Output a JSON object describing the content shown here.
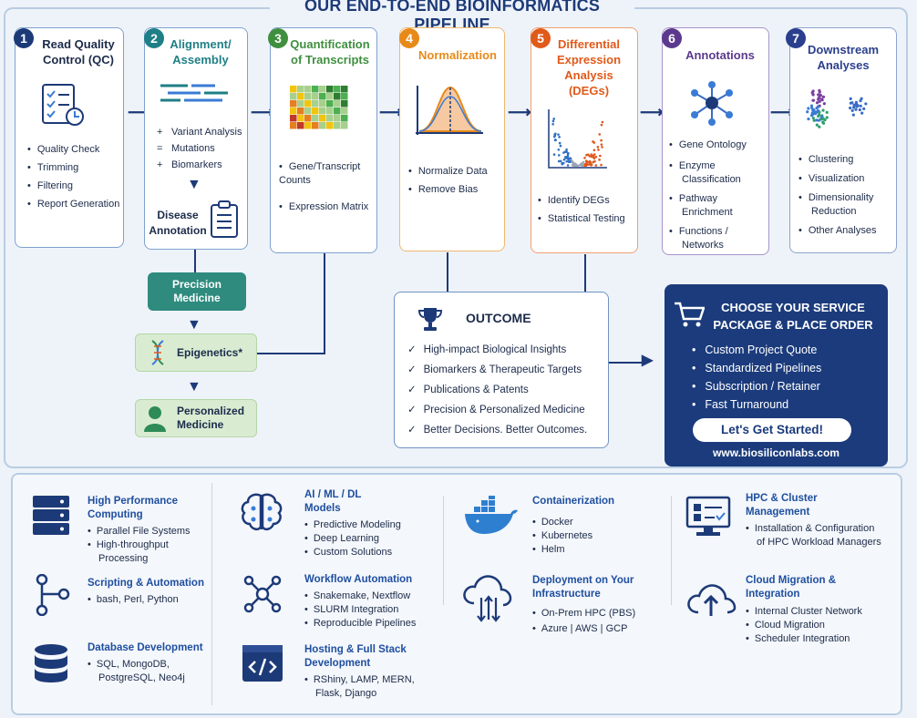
{
  "title": "OUR END-TO-END BIOINFORMATICS PIPELINE",
  "steps": [
    {
      "num": "1",
      "title": "Read Quality Control (QC)",
      "color": "#1d3a78",
      "items": [
        "Quality Check",
        "Trimming",
        "Filtering",
        "Report Generation"
      ]
    },
    {
      "num": "2",
      "title": "Alignment/ Assembly",
      "color": "#1f7f86",
      "items": [
        "Variant Analysis",
        "Mutations",
        "Biomarkers"
      ],
      "prefixes": [
        "+",
        "=",
        "+"
      ],
      "sub": "Disease Annotation"
    },
    {
      "num": "3",
      "title": "Quantification of Transcripts",
      "color": "#3f8f3f",
      "items": [
        "Gene/Transcript Counts",
        "Expression Matrix"
      ]
    },
    {
      "num": "4",
      "title": "Normalization",
      "color": "#e88a1a",
      "items": [
        "Normalize Data",
        "Remove Bias"
      ]
    },
    {
      "num": "5",
      "title": "Differential Expression Analysis (DEGs)",
      "color": "#e05a1a",
      "items": [
        "Identify DEGs",
        "Statistical Testing"
      ]
    },
    {
      "num": "6",
      "title": "Annotations",
      "color": "#5b3a8e",
      "items": [
        "Gene Ontology",
        "Enzyme Classification",
        "Pathway Enrichment",
        "Functions / Networks"
      ]
    },
    {
      "num": "7",
      "title": "Downstream Analyses",
      "color": "#2b3f8e",
      "items": [
        "Clustering",
        "Visualization",
        "Dimensionality Reduction",
        "Other Analyses"
      ]
    }
  ],
  "branch": {
    "precision": "Precision Medicine",
    "epigenetics": "Epigenetics*",
    "personalized": "Personalized Medicine"
  },
  "outcome": {
    "title": "OUTCOME",
    "items": [
      "High-impact Biological Insights",
      "Biomarkers & Therapeutic Targets",
      "Publications & Patents",
      "Precision & Personalized Medicine",
      "Better Decisions. Better Outcomes."
    ]
  },
  "order": {
    "title": "CHOOSE YOUR SERVICE PACKAGE & PLACE ORDER",
    "items": [
      "Custom Project Quote",
      "Standardized Pipelines",
      "Subscription / Retainer",
      "Fast Turnaround"
    ],
    "cta": "Let's Get Started!",
    "website": "www.biosiliconlabs.com"
  },
  "services": [
    {
      "title": "High Performance Computing",
      "items": [
        "Parallel File Systems",
        "High-throughput Processing"
      ]
    },
    {
      "title": "Scripting & Automation",
      "items": [
        "bash, Perl, Python"
      ]
    },
    {
      "title": "Database Development",
      "items": [
        "SQL, MongoDB, PostgreSQL, Neo4j"
      ]
    },
    {
      "title": "AI / ML / DL Models",
      "items": [
        "Predictive Modeling",
        "Deep Learning",
        "Custom Solutions"
      ]
    },
    {
      "title": "Workflow Automation",
      "items": [
        "Snakemake, Nextflow",
        "SLURM Integration",
        "Reproducible Pipelines"
      ]
    },
    {
      "title": "Hosting & Full Stack Development",
      "items": [
        "RShiny, LAMP, MERN, Flask, Django"
      ]
    },
    {
      "title": "Containerization",
      "items": [
        "Docker",
        "Kubernetes",
        "Helm"
      ]
    },
    {
      "title": "Deployment on Your Infrastructure",
      "items": [
        "On-Prem HPC (PBS)",
        "Azure | AWS | GCP"
      ]
    },
    {
      "title": "HPC & Cluster Management",
      "items": [
        "Installation & Configuration of HPC Workload Managers"
      ]
    },
    {
      "title": "Cloud Migration & Integration",
      "items": [
        "Internal Cluster Network",
        "Cloud Migration",
        "Scheduler Integration"
      ]
    }
  ]
}
